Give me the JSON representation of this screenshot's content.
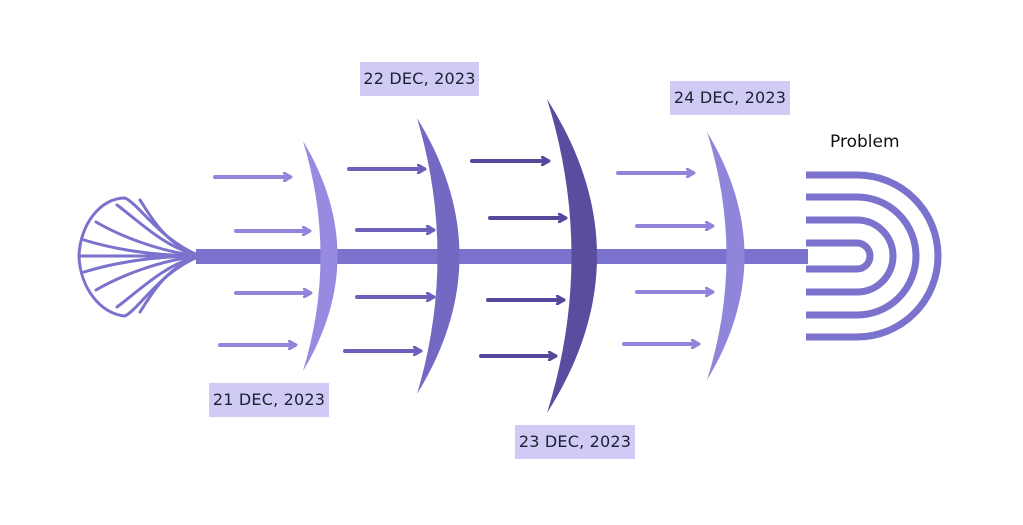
{
  "colors": {
    "light": "#8f86dc",
    "medium": "#7a70c8",
    "dark": "#5a4d9f",
    "label_bg": "#cfcbf5",
    "spine": "#7a72cc"
  },
  "labels": {
    "date1": "21 DEC, 2023",
    "date2": "22 DEC, 2023",
    "date3": "23 DEC, 2023",
    "date4": "24 DEC, 2023",
    "problem": "Problem"
  },
  "stages": [
    {
      "label": "21 DEC, 2023",
      "arrows": 4
    },
    {
      "label": "22 DEC, 2023",
      "arrows": 4
    },
    {
      "label": "23 DEC, 2023",
      "arrows": 4
    },
    {
      "label": "24 DEC, 2023",
      "arrows": 4
    }
  ]
}
